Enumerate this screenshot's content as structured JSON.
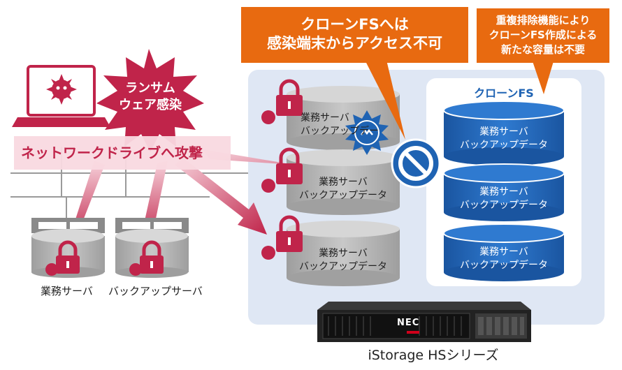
{
  "callouts": {
    "main_line1": "クローンFSへは",
    "main_line2": "感染端末からアクセス不可",
    "side_line1": "重複排除機能により",
    "side_line2": "クローンFS作成による",
    "side_line3": "新たな容量は不要"
  },
  "burst": {
    "line1": "ランサム",
    "line2": "ウェア感染"
  },
  "attack_banner": "ネットワークドライブへ攻撃",
  "clone_panel": {
    "title": "クローンFS"
  },
  "cylinders": {
    "line1": "業務サーバ",
    "line2": "バックアップデータ",
    "top_line1_partial": "業務サーバ",
    "top_line2_partial": "バックアップデー"
  },
  "servers": {
    "business": "業務サーバ",
    "backup": "バックアップサーバ"
  },
  "appliance": {
    "logo": "NEC",
    "caption": "iStorage HSシリーズ"
  },
  "colors": {
    "accent": "#e86a10",
    "danger": "#c0244a",
    "clone_blue": "#1f63b3",
    "panel": "#dfe7f4"
  }
}
